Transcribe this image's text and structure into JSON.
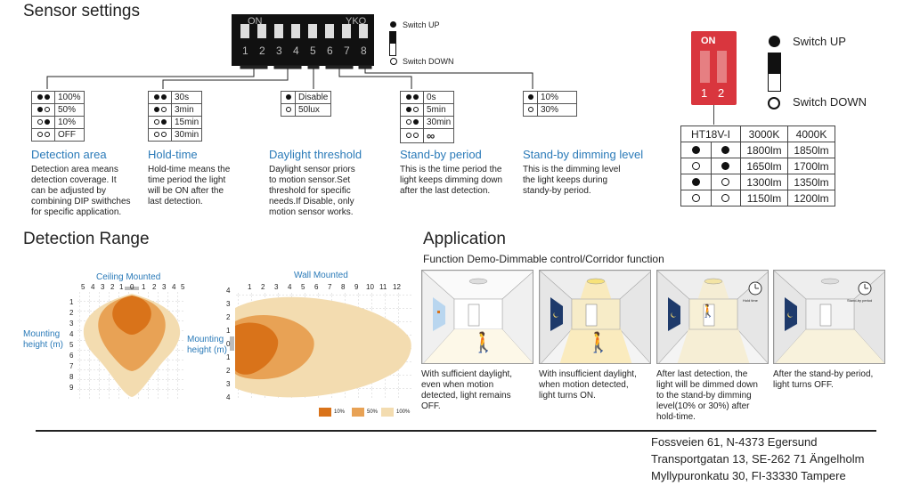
{
  "sensor": {
    "title": "Sensor settings",
    "dip": {
      "on_label": "ON",
      "brand": "YKO",
      "numbers": [
        "1",
        "2",
        "3",
        "4",
        "5",
        "6",
        "7",
        "8"
      ],
      "switch_up": "Switch UP",
      "switch_down": "Switch DOWN"
    },
    "groups": [
      {
        "title": "Detection area",
        "rows": [
          {
            "dots": [
              "on",
              "on"
            ],
            "value": "100%"
          },
          {
            "dots": [
              "on",
              "off"
            ],
            "value": "50%"
          },
          {
            "dots": [
              "off",
              "on"
            ],
            "value": "10%"
          },
          {
            "dots": [
              "off",
              "off"
            ],
            "value": "OFF"
          }
        ],
        "desc": [
          "Detection area means",
          "detection coverage. It",
          "can be adjusted by",
          "combining DIP swithches",
          "for specific application."
        ]
      },
      {
        "title": "Hold-time",
        "rows": [
          {
            "dots": [
              "on",
              "on"
            ],
            "value": "30s"
          },
          {
            "dots": [
              "on",
              "off"
            ],
            "value": "3min"
          },
          {
            "dots": [
              "off",
              "on"
            ],
            "value": "15min"
          },
          {
            "dots": [
              "off",
              "off"
            ],
            "value": "30min"
          }
        ],
        "desc": [
          "Hold-time means the",
          "time period the light",
          "will be ON after the",
          "last detection."
        ]
      },
      {
        "title": "Daylight threshold",
        "rows": [
          {
            "dots": [
              "on"
            ],
            "value": "Disable"
          },
          {
            "dots": [
              "off"
            ],
            "value": "50lux"
          }
        ],
        "desc": [
          "Daylight sensor priors",
          "to motion sensor.Set",
          "threshold for specific",
          "needs.If Disable, only",
          "motion sensor works."
        ]
      },
      {
        "title": "Stand-by period",
        "rows": [
          {
            "dots": [
              "on",
              "on"
            ],
            "value": "0s"
          },
          {
            "dots": [
              "on",
              "off"
            ],
            "value": "5min"
          },
          {
            "dots": [
              "off",
              "on"
            ],
            "value": "30min"
          },
          {
            "dots": [
              "off",
              "off"
            ],
            "value": "∞"
          }
        ],
        "desc": [
          "This is the time period the",
          "light keeps dimming down",
          "after the last detection."
        ]
      },
      {
        "title": "Stand-by dimming level",
        "rows": [
          {
            "dots": [
              "on"
            ],
            "value": "10%"
          },
          {
            "dots": [
              "off"
            ],
            "value": "30%"
          }
        ],
        "desc": [
          "This is the dimming level",
          "the light keeps during",
          "standy-by period."
        ]
      }
    ]
  },
  "ht18": {
    "switch_up": "Switch UP",
    "switch_down": "Switch DOWN",
    "chip_on": "ON",
    "chip_nums": [
      "1",
      "2"
    ],
    "headers": [
      "HT18V-I",
      "3000K",
      "4000K"
    ],
    "rows": [
      {
        "dots": [
          "on",
          "on"
        ],
        "v1": "1800lm",
        "v2": "1850lm"
      },
      {
        "dots": [
          "off",
          "on"
        ],
        "v1": "1650lm",
        "v2": "1700lm"
      },
      {
        "dots": [
          "on",
          "off"
        ],
        "v1": "1300lm",
        "v2": "1350lm"
      },
      {
        "dots": [
          "off",
          "off"
        ],
        "v1": "1150lm",
        "v2": "1200lm"
      }
    ]
  },
  "range": {
    "title": "Detection Range",
    "ceiling_label": "Ceiling Mounted",
    "ceiling_top_ticks": [
      "5",
      "4",
      "3",
      "2",
      "1",
      "0",
      "1",
      "2",
      "3",
      "4",
      "5"
    ],
    "ceiling_side_ticks": [
      "1",
      "2",
      "3",
      "4",
      "5",
      "6",
      "7",
      "8",
      "9"
    ],
    "wall_label": "Wall Mounted",
    "wall_top_ticks": [
      "1",
      "2",
      "3",
      "4",
      "5",
      "6",
      "7",
      "8",
      "9",
      "10",
      "11",
      "12"
    ],
    "wall_side_ticks": [
      "4",
      "3",
      "2",
      "1",
      "0",
      "1",
      "2",
      "3",
      "4"
    ],
    "mount_label_1": "Mounting",
    "mount_label_2": "height (m)",
    "legend": [
      {
        "label": "10%",
        "color": "#d9731a"
      },
      {
        "label": "50%",
        "color": "#e8a255"
      },
      {
        "label": "100%",
        "color": "#f3dcb0"
      }
    ]
  },
  "application": {
    "title": "Application",
    "subtitle": "Function Demo-Dimmable control/Corridor function",
    "panels": [
      {
        "caption": [
          "With sufficient daylight,",
          "even when motion",
          "detected, light remains",
          "OFF."
        ],
        "tag": ""
      },
      {
        "caption": [
          "With insufficient daylight,",
          "when motion detected,",
          "light turns ON."
        ],
        "tag": ""
      },
      {
        "caption": [
          "After last detection, the",
          "light will be dimmed down",
          "to the stand-by dimming",
          "level(10% or 30%) after",
          "hold-time."
        ],
        "tag": "Hold time"
      },
      {
        "caption": [
          "After the stand-by period,",
          "light turns OFF."
        ],
        "tag": "Stand-by period"
      }
    ]
  },
  "address": [
    "Fossveien 61, N-4373 Egersund",
    "Transportgatan 13, SE-262 71 Ängelholm",
    "Myllypuronkatu 30, FI-33330 Tampere"
  ]
}
